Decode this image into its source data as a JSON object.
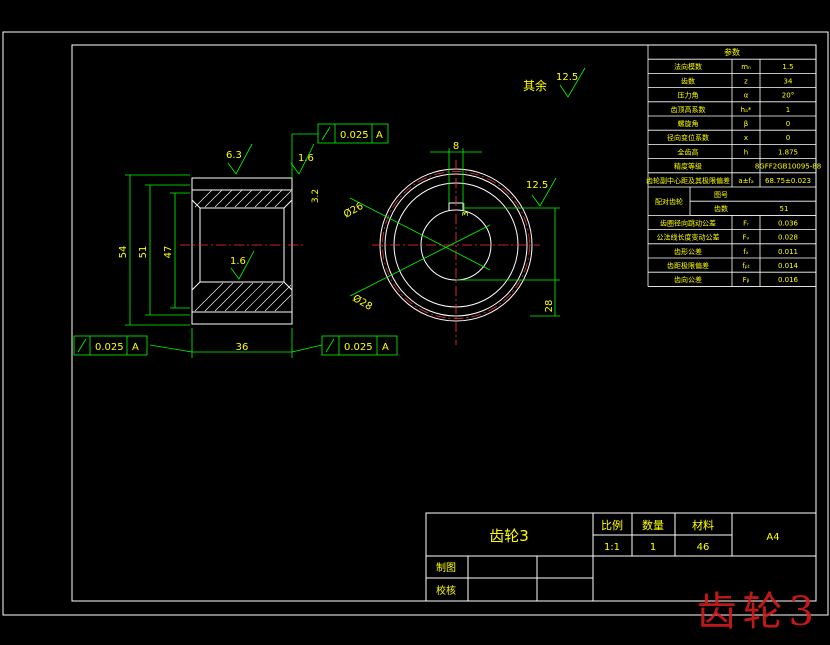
{
  "drawing": {
    "rest_label": "其余",
    "rest_roughness": "12.5",
    "roughness_top_left": "6.3",
    "roughness_top_right": "1.6",
    "roughness_bore": "1.6",
    "roughness_keyway": "12.5",
    "gtol_top_value": "0.025",
    "gtol_top_datum": "A",
    "gtol_left_value": "0.025",
    "gtol_left_datum": "A",
    "gtol_right_value": "0.025",
    "gtol_right_datum": "A",
    "dim_outer_height": "54",
    "dim_mid_height": "51",
    "dim_inner_height": "47",
    "dim_width": "36",
    "dim_chamfer": "3.2",
    "dim_keyway_width": "8",
    "dim_keyway_depth": "3",
    "dim_bore_dia": "Ø26",
    "dim_hub_dia": "Ø28",
    "dim_key_height": "28"
  },
  "params": {
    "header": "参数",
    "rows": [
      {
        "name": "法向模数",
        "sym": "mₙ",
        "val": "1.5"
      },
      {
        "name": "齿数",
        "sym": "z",
        "val": "34"
      },
      {
        "name": "压力角",
        "sym": "α",
        "val": "20°"
      },
      {
        "name": "齿顶高系数",
        "sym": "hₐ*",
        "val": "1"
      },
      {
        "name": "螺旋角",
        "sym": "β",
        "val": "0"
      },
      {
        "name": "径向变位系数",
        "sym": "x",
        "val": "0"
      },
      {
        "name": "全齿高",
        "sym": "h",
        "val": "1.875"
      },
      {
        "name": "精度等级",
        "sym": "",
        "val": "8GFF2GB10095-88"
      },
      {
        "name": "齿轮副中心距及其极限偏差",
        "sym": "a±fₐ",
        "val": "68.75±0.023"
      }
    ],
    "mate_label": "配对齿轮",
    "mate_rows": [
      {
        "name": "图号",
        "val": ""
      },
      {
        "name": "齿数",
        "val": "51"
      }
    ],
    "tol_rows": [
      {
        "name": "齿圈径向跳动公差",
        "sym": "Fᵣ",
        "val": "0.036"
      },
      {
        "name": "公法线长度变动公差",
        "sym": "Fᵥ",
        "val": "0.028"
      },
      {
        "name": "齿形公差",
        "sym": "fₓ",
        "val": "0.011"
      },
      {
        "name": "齿距极限偏差",
        "sym": "fₚₜ",
        "val": "0.014"
      },
      {
        "name": "齿向公差",
        "sym": "Fᵦ",
        "val": "0.016"
      }
    ]
  },
  "title_block": {
    "part_name": "齿轮3",
    "scale_label": "比例",
    "qty_label": "数量",
    "material_label": "材料",
    "scale": "1:1",
    "qty": "1",
    "material": "46",
    "sheet": "A4",
    "drawn_label": "制图",
    "checked_label": "校核"
  },
  "watermark": "齿轮3",
  "colors": {
    "background": "#000000",
    "frame": "#ffffff",
    "dim": "#00ff00",
    "text": "#ffff00",
    "center": "#ff3333",
    "watermark": "#d21c1c"
  }
}
